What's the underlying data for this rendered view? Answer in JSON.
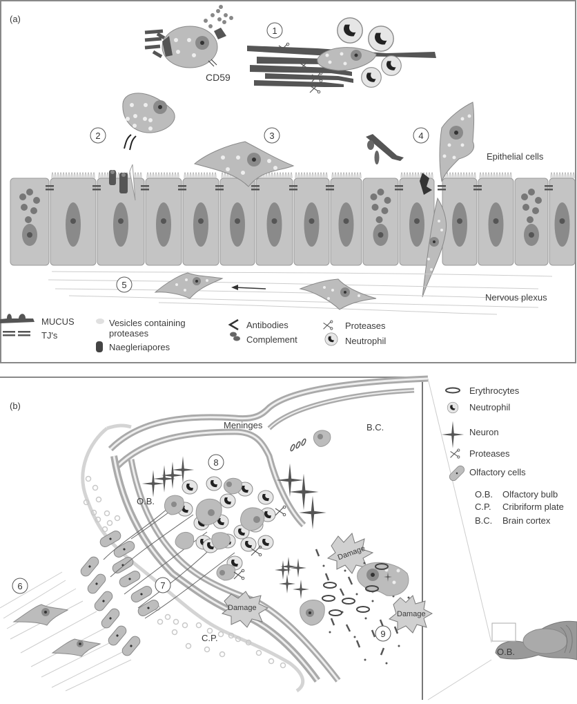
{
  "panel_a": {
    "label": "(a)",
    "steps": [
      "1",
      "2",
      "3",
      "4",
      "5"
    ],
    "cd59": "CD59",
    "epithelial": "Epithelial cells",
    "nervous": "Nervous plexus",
    "legend": {
      "mucus": "MUCUS",
      "tj": "TJ's",
      "vesicles_1": "Vesicles containing",
      "vesicles_2": "proteases",
      "naegleriapores": "Naegleriapores",
      "antibodies": "Antibodies",
      "complement": "Complement",
      "proteases": "Proteases",
      "neutrophil": "Neutrophil"
    }
  },
  "panel_b": {
    "label": "(b)",
    "steps": [
      "6",
      "7",
      "8",
      "9"
    ],
    "meninges": "Meninges",
    "bc": "B.C.",
    "ob": "O.B.",
    "cp": "C.P.",
    "damage": "Damage",
    "ob_brain": "O.B.",
    "legend": {
      "erythrocytes": "Erythrocytes",
      "neutrophil": "Neutrophil",
      "neuron": "Neuron",
      "proteases": "Proteases",
      "olfactory": "Olfactory cells",
      "ob_abbr": "O.B.",
      "ob_full": "Olfactory bulb",
      "cp_abbr": "C.P.",
      "cp_full": "Cribriform plate",
      "bc_abbr": "B.C.",
      "bc_full": "Brain cortex"
    }
  },
  "colors": {
    "cell": "#c4c4c4",
    "nucleus": "#8a8a8a",
    "dark": "#3c3c3c",
    "border": "#777777"
  }
}
